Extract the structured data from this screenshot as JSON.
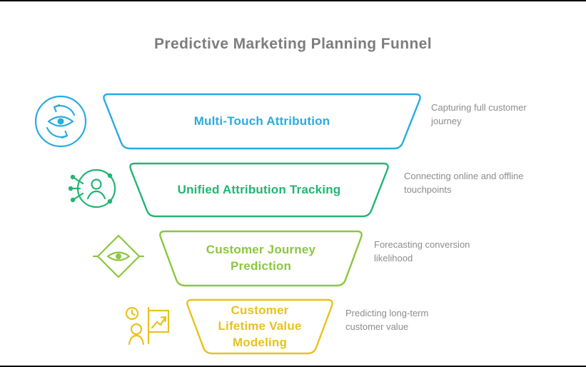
{
  "title": "Predictive Marketing Planning Funnel",
  "funnel": {
    "levels": [
      {
        "label": "Multi-Touch Attribution",
        "description": "Capturing full customer journey",
        "color": "#29ABE2",
        "icon": "eye-cycle-icon"
      },
      {
        "label": "Unified Attribution Tracking",
        "description": "Connecting online and offline touchpoints",
        "color": "#22B573",
        "icon": "person-network-icon"
      },
      {
        "label": "Customer Journey Prediction",
        "description": "Forecasting conversion likelihood",
        "color": "#8CC63F",
        "icon": "eye-diamond-icon"
      },
      {
        "label": "Customer Lifetime Value Modeling",
        "description": "Predicting long-term customer value",
        "color": "#E8C21D",
        "icon": "person-chart-icon"
      }
    ]
  }
}
